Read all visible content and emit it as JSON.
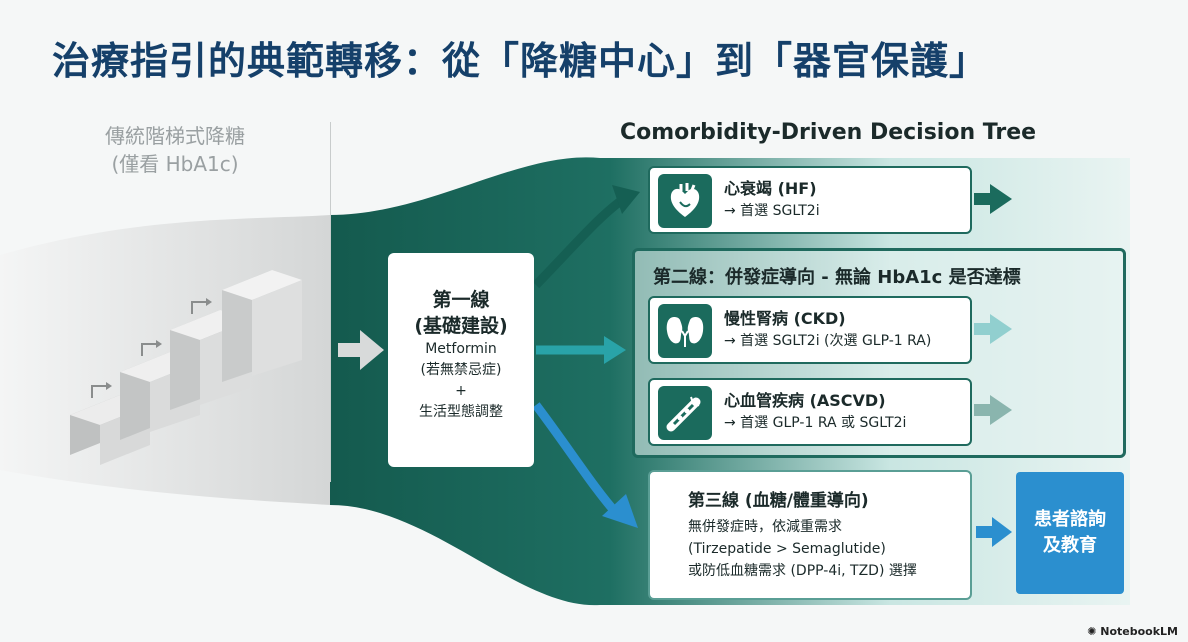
{
  "title": "治療指引的典範轉移：從「降糖中心」到「器官保護」",
  "legacy": {
    "line1": "傳統階梯式降糖",
    "line2": "(僅看 HbA1c)"
  },
  "tree_title": "Comorbidity-Driven Decision Tree",
  "first_line": {
    "title1": "第一線",
    "title2": "(基礎建設)",
    "line1": "Metformin",
    "line2": "(若無禁忌症)",
    "line3": "+",
    "line4": "生活型態調整"
  },
  "hf": {
    "title": "心衰竭 (HF)",
    "sub": "→ 首選 SGLT2i",
    "icon": "heart-icon"
  },
  "second_line": {
    "title": "第二線：併發症導向 - 無論 HbA1c 是否達標"
  },
  "ckd": {
    "title": "慢性腎病 (CKD)",
    "sub": "→ 首選 SGLT2i (次選 GLP-1 RA)",
    "icon": "kidney-icon"
  },
  "ascvd": {
    "title": "心血管疾病 (ASCVD)",
    "sub": "→ 首選 GLP-1 RA 或 SGLT2i",
    "icon": "artery-icon"
  },
  "third_line": {
    "title": "第三線 (血糖/體重導向)",
    "line1": "無併發症時，依減重需求",
    "line2": "(Tirzepatide > Semaglutide)",
    "line3": "或防低血糖需求 (DPP-4i, TZD) 選擇"
  },
  "education": {
    "line1": "患者諮詢",
    "line2": "及教育"
  },
  "brand": "NotebookLM",
  "colors": {
    "teal": "#1b6b5d",
    "blue": "#2b8fcf",
    "title": "#15406a"
  }
}
